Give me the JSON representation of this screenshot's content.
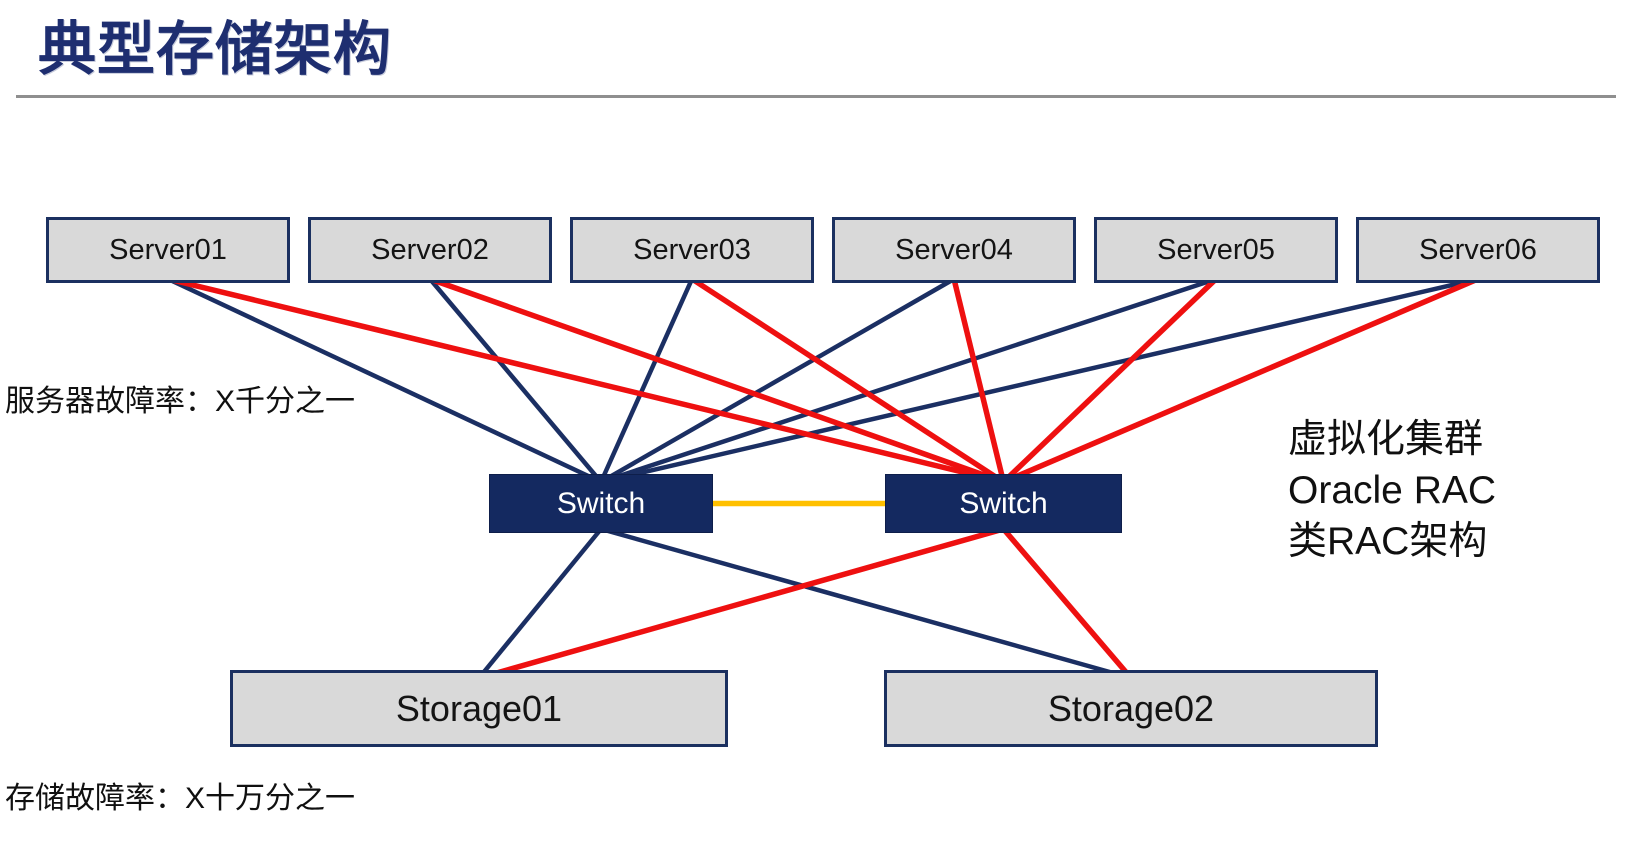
{
  "title": "典型存储架构",
  "annotations": {
    "server_failure_rate": "服务器故障率：X千分之一",
    "storage_failure_rate": "存储故障率：X十万分之一",
    "cluster_note_line1": "虚拟化集群",
    "cluster_note_line2": "Oracle RAC",
    "cluster_note_line3": "类RAC架构"
  },
  "colors": {
    "navy": "#1b2f63",
    "red": "#ee1010",
    "orange": "#ffc000",
    "title_navy": "#1e2e70",
    "box_fill_gray": "#d9d9d9",
    "switch_fill": "#142960"
  },
  "diagram": {
    "servers": [
      {
        "id": "server01",
        "label": "Server01"
      },
      {
        "id": "server02",
        "label": "Server02"
      },
      {
        "id": "server03",
        "label": "Server03"
      },
      {
        "id": "server04",
        "label": "Server04"
      },
      {
        "id": "server05",
        "label": "Server05"
      },
      {
        "id": "server06",
        "label": "Server06"
      }
    ],
    "switches": [
      {
        "id": "switch1",
        "label": "Switch"
      },
      {
        "id": "switch2",
        "label": "Switch"
      }
    ],
    "storages": [
      {
        "id": "storage01",
        "label": "Storage01"
      },
      {
        "id": "storage02",
        "label": "Storage02"
      }
    ],
    "links": [
      {
        "from": "server01",
        "to": "switch1",
        "color": "navy",
        "fromAnchor": "bottom",
        "toAnchor": "top"
      },
      {
        "from": "server02",
        "to": "switch1",
        "color": "navy",
        "fromAnchor": "bottom",
        "toAnchor": "top"
      },
      {
        "from": "server03",
        "to": "switch1",
        "color": "navy",
        "fromAnchor": "bottom",
        "toAnchor": "top"
      },
      {
        "from": "server04",
        "to": "switch1",
        "color": "navy",
        "fromAnchor": "bottom",
        "toAnchor": "top"
      },
      {
        "from": "server05",
        "to": "switch1",
        "color": "navy",
        "fromAnchor": "bottom",
        "toAnchor": "top"
      },
      {
        "from": "server06",
        "to": "switch1",
        "color": "navy",
        "fromAnchor": "bottom",
        "toAnchor": "top"
      },
      {
        "from": "switch1",
        "to": "storage01",
        "color": "navy",
        "fromAnchor": "bottom",
        "toAnchor": "top"
      },
      {
        "from": "switch1",
        "to": "storage02",
        "color": "navy",
        "fromAnchor": "bottom",
        "toAnchor": "top"
      },
      {
        "from": "server01",
        "to": "switch2",
        "color": "red",
        "fromAnchor": "bottom",
        "toAnchor": "top"
      },
      {
        "from": "server02",
        "to": "switch2",
        "color": "red",
        "fromAnchor": "bottom",
        "toAnchor": "top"
      },
      {
        "from": "server03",
        "to": "switch2",
        "color": "red",
        "fromAnchor": "bottom",
        "toAnchor": "top"
      },
      {
        "from": "server04",
        "to": "switch2",
        "color": "red",
        "fromAnchor": "bottom",
        "toAnchor": "top"
      },
      {
        "from": "server05",
        "to": "switch2",
        "color": "red",
        "fromAnchor": "bottom",
        "toAnchor": "top"
      },
      {
        "from": "server06",
        "to": "switch2",
        "color": "red",
        "fromAnchor": "bottom",
        "toAnchor": "top"
      },
      {
        "from": "switch2",
        "to": "storage01",
        "color": "red",
        "fromAnchor": "bottom",
        "toAnchor": "top"
      },
      {
        "from": "switch2",
        "to": "storage02",
        "color": "red",
        "fromAnchor": "bottom",
        "toAnchor": "top"
      },
      {
        "from": "switch1",
        "to": "switch2",
        "color": "orange",
        "fromAnchor": "right",
        "toAnchor": "left"
      }
    ],
    "link_widths": {
      "navy": 4.5,
      "red": 5.5,
      "orange": 5.5
    }
  }
}
